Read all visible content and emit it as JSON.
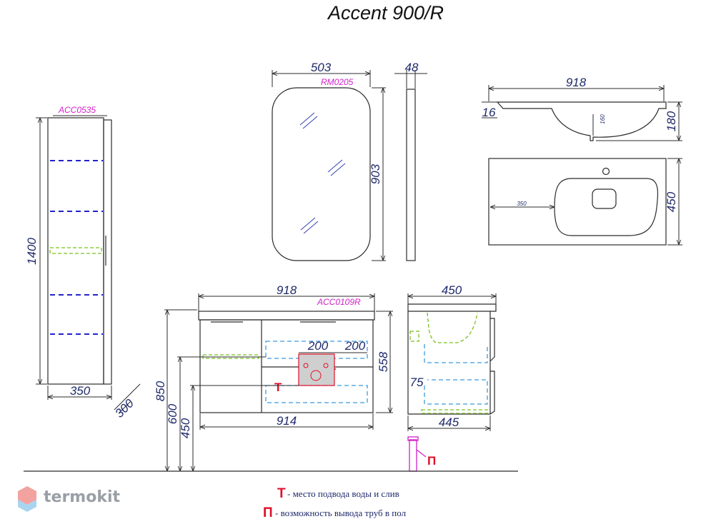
{
  "title": "Accent 900/R",
  "codes": {
    "pencil_case": "ACC0535",
    "mirror": "RM0205",
    "vanity": "ACC0109R"
  },
  "dims": {
    "pencil_height": "1400",
    "pencil_width": "350",
    "pencil_depth": "300",
    "mirror_width": "503",
    "mirror_depth": "48",
    "mirror_height": "903",
    "sink_width": "918",
    "sink_edge": "16",
    "sink_height": "180",
    "sink_bowl": "160",
    "sink_depth": "450",
    "sink_offset": "350",
    "vanity_top": "918",
    "vanity_bottom": "914",
    "vanity_height": "558",
    "pipe_left": "200",
    "pipe_right": "200",
    "h_850": "850",
    "h_600": "600",
    "h_450": "450",
    "side_depth_top": "450",
    "side_depth_bottom": "445",
    "side_75": "75"
  },
  "markers": {
    "water": "T",
    "floor": "П"
  },
  "legend": {
    "water_text": " - место подвода воды и слив",
    "floor_text": " - возможность вывода труб в пол"
  },
  "brand": {
    "name": "termokit",
    "colors": {
      "logo_top": "#f2a3a0",
      "logo_bottom": "#a9d4f0",
      "text": "#9a9fa6"
    }
  },
  "colors": {
    "dimension": "#1f2a6b",
    "code": "#d21fc9",
    "marker": "#e0102a",
    "shelf": "#2222cc",
    "pipe_zone": "#3b9be0",
    "highlight": "#79c022"
  }
}
